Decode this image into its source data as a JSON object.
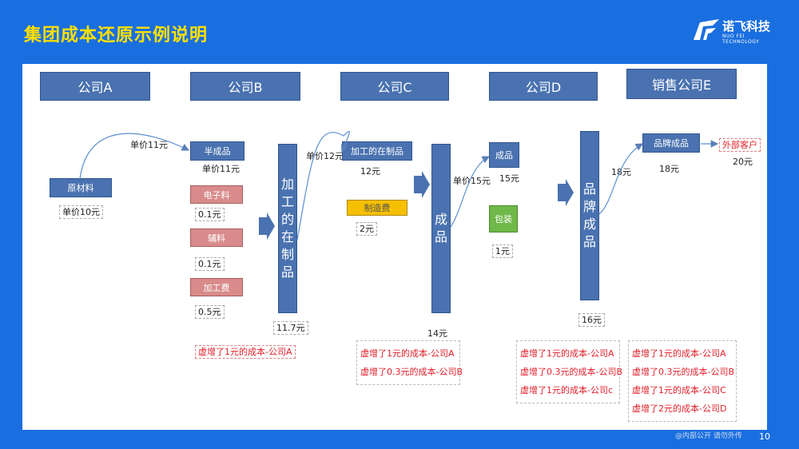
{
  "header": {
    "title": "集团成本还原示例说明"
  },
  "logo": {
    "name": "诺飞科技",
    "sub": "NUO FEI TECHNOLOGY"
  },
  "companies": [
    "公司A",
    "公司B",
    "公司C",
    "公司D",
    "销售公司E"
  ],
  "company_a": {
    "raw_material": "原材料",
    "raw_price": "单价10元",
    "transfer_price": "单价11元"
  },
  "company_b": {
    "semi_finished": "半成品",
    "semi_price": "单价11元",
    "electronic": "电子料",
    "electronic_price": "0.1元",
    "auxiliary": "辅料",
    "auxiliary_price": "0.1元",
    "processing_fee": "加工费",
    "processing_price": "0.5元",
    "wip_bar": "加工的在制品",
    "wip_total": "11.7元",
    "transfer_price": "单价12元",
    "note": "虚增了1元的成本-公司A"
  },
  "company_c": {
    "wip": "加工的在制品",
    "wip_price": "12元",
    "mfg_overhead": "制造费",
    "mfg_price": "2元",
    "finished_bar": "成品",
    "finished_total": "14元",
    "transfer_price": "单价15元",
    "notes": [
      "虚增了1元的成本-公司A",
      "虚增了0.3元的成本-公司B"
    ]
  },
  "company_d": {
    "finished": "成品",
    "finished_price": "15元",
    "packaging": "包装",
    "packaging_price": "1元",
    "brand_bar": "品牌成品",
    "brand_total": "16元",
    "transfer_price": "18元",
    "notes": [
      "虚增了1元的成本-公司A",
      "虚增了0.3元的成本-公司B",
      "虚增了1元的成本-公司c"
    ]
  },
  "company_e": {
    "brand_finished": "品牌成品",
    "brand_price": "18元",
    "external_customer": "外部客户",
    "external_price": "20元",
    "notes": [
      "虚增了1元的成本-公司A",
      "虚增了0.3元的成本-公司B",
      "虚增了1元的成本-公司C",
      "虚增了2元的成本-公司D"
    ]
  },
  "footer": {
    "note": "@内部公开 请勿外传",
    "page": "10"
  },
  "colors": {
    "background": "#1a6fe0",
    "title": "#ffe000",
    "box": "#4a72b0",
    "pink": "#d98b8b",
    "yellow": "#f5c000",
    "green": "#70b84a",
    "note_red": "#e0202a"
  }
}
